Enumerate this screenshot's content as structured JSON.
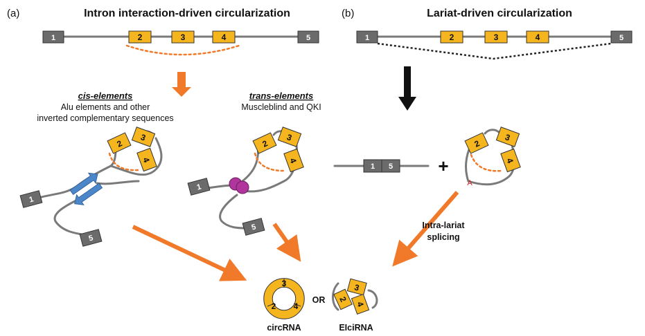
{
  "panel_a": {
    "label": "(a)",
    "title": "Intron interaction-driven circularization",
    "cis_heading": "cis-elements",
    "cis_text_1": "Alu elements and other",
    "cis_text_2": "inverted complementary sequences",
    "trans_heading": "trans-elements",
    "trans_text": "Muscleblind and QKI"
  },
  "panel_b": {
    "label": "(b)",
    "title": "Lariat-driven circularization",
    "splicing_label_1": "Intra-lariat",
    "splicing_label_2": "splicing",
    "plus_sign": "+",
    "branch_point": "A"
  },
  "exons": {
    "e1": "1",
    "e2": "2",
    "e3": "3",
    "e4": "4",
    "e5": "5"
  },
  "products": {
    "circ_label": "circRNA",
    "or_label": "OR",
    "elci_label": "EIciRNA"
  },
  "colors": {
    "exon": "#f5b51e",
    "flank_exon": "#6b6b6b",
    "arrow": "#f07a2a",
    "protein": "#b0359c",
    "cis_element": "#4a86c8"
  }
}
